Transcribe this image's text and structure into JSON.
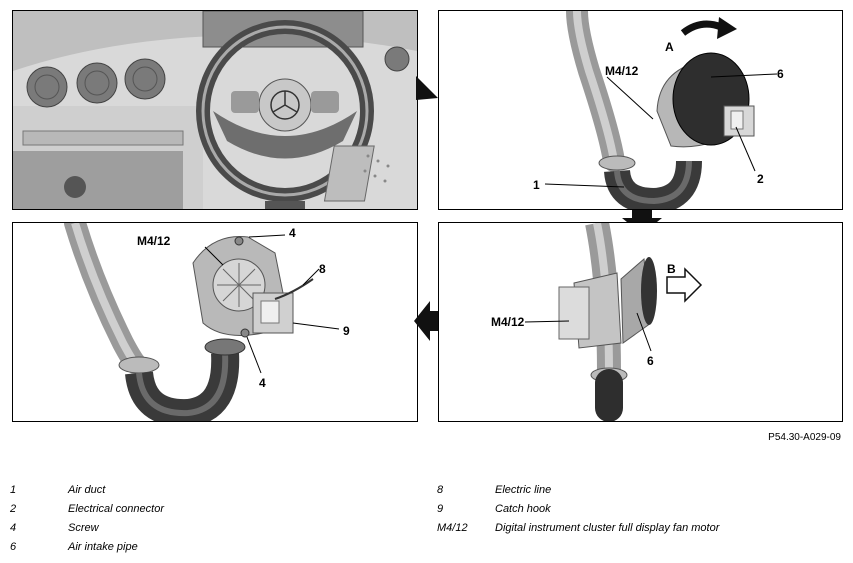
{
  "reference_code": "P54.30-A029-09",
  "callouts": {
    "p2_motor": "M4/12",
    "p2_1": "1",
    "p2_2": "2",
    "p2_6": "6",
    "p2_A": "A",
    "p3_motor": "M4/12",
    "p3_4a": "4",
    "p3_4b": "4",
    "p3_8": "8",
    "p3_9": "9",
    "p4_motor": "M4/12",
    "p4_6": "6",
    "p4_B": "B"
  },
  "legend": [
    {
      "key": "1",
      "label": "Air duct"
    },
    {
      "key": "2",
      "label": "Electrical connector"
    },
    {
      "key": "4",
      "label": "Screw"
    },
    {
      "key": "6",
      "label": "Air intake pipe"
    },
    {
      "key": "8",
      "label": "Electric line"
    },
    {
      "key": "9",
      "label": "Catch hook"
    },
    {
      "key": "M4/12",
      "label": "Digital instrument cluster full display fan motor"
    }
  ],
  "colors": {
    "border": "#000000",
    "duct_gray": "#a9a9a9",
    "hose_dark": "#3a3a3a",
    "arrow_black": "#111111"
  }
}
